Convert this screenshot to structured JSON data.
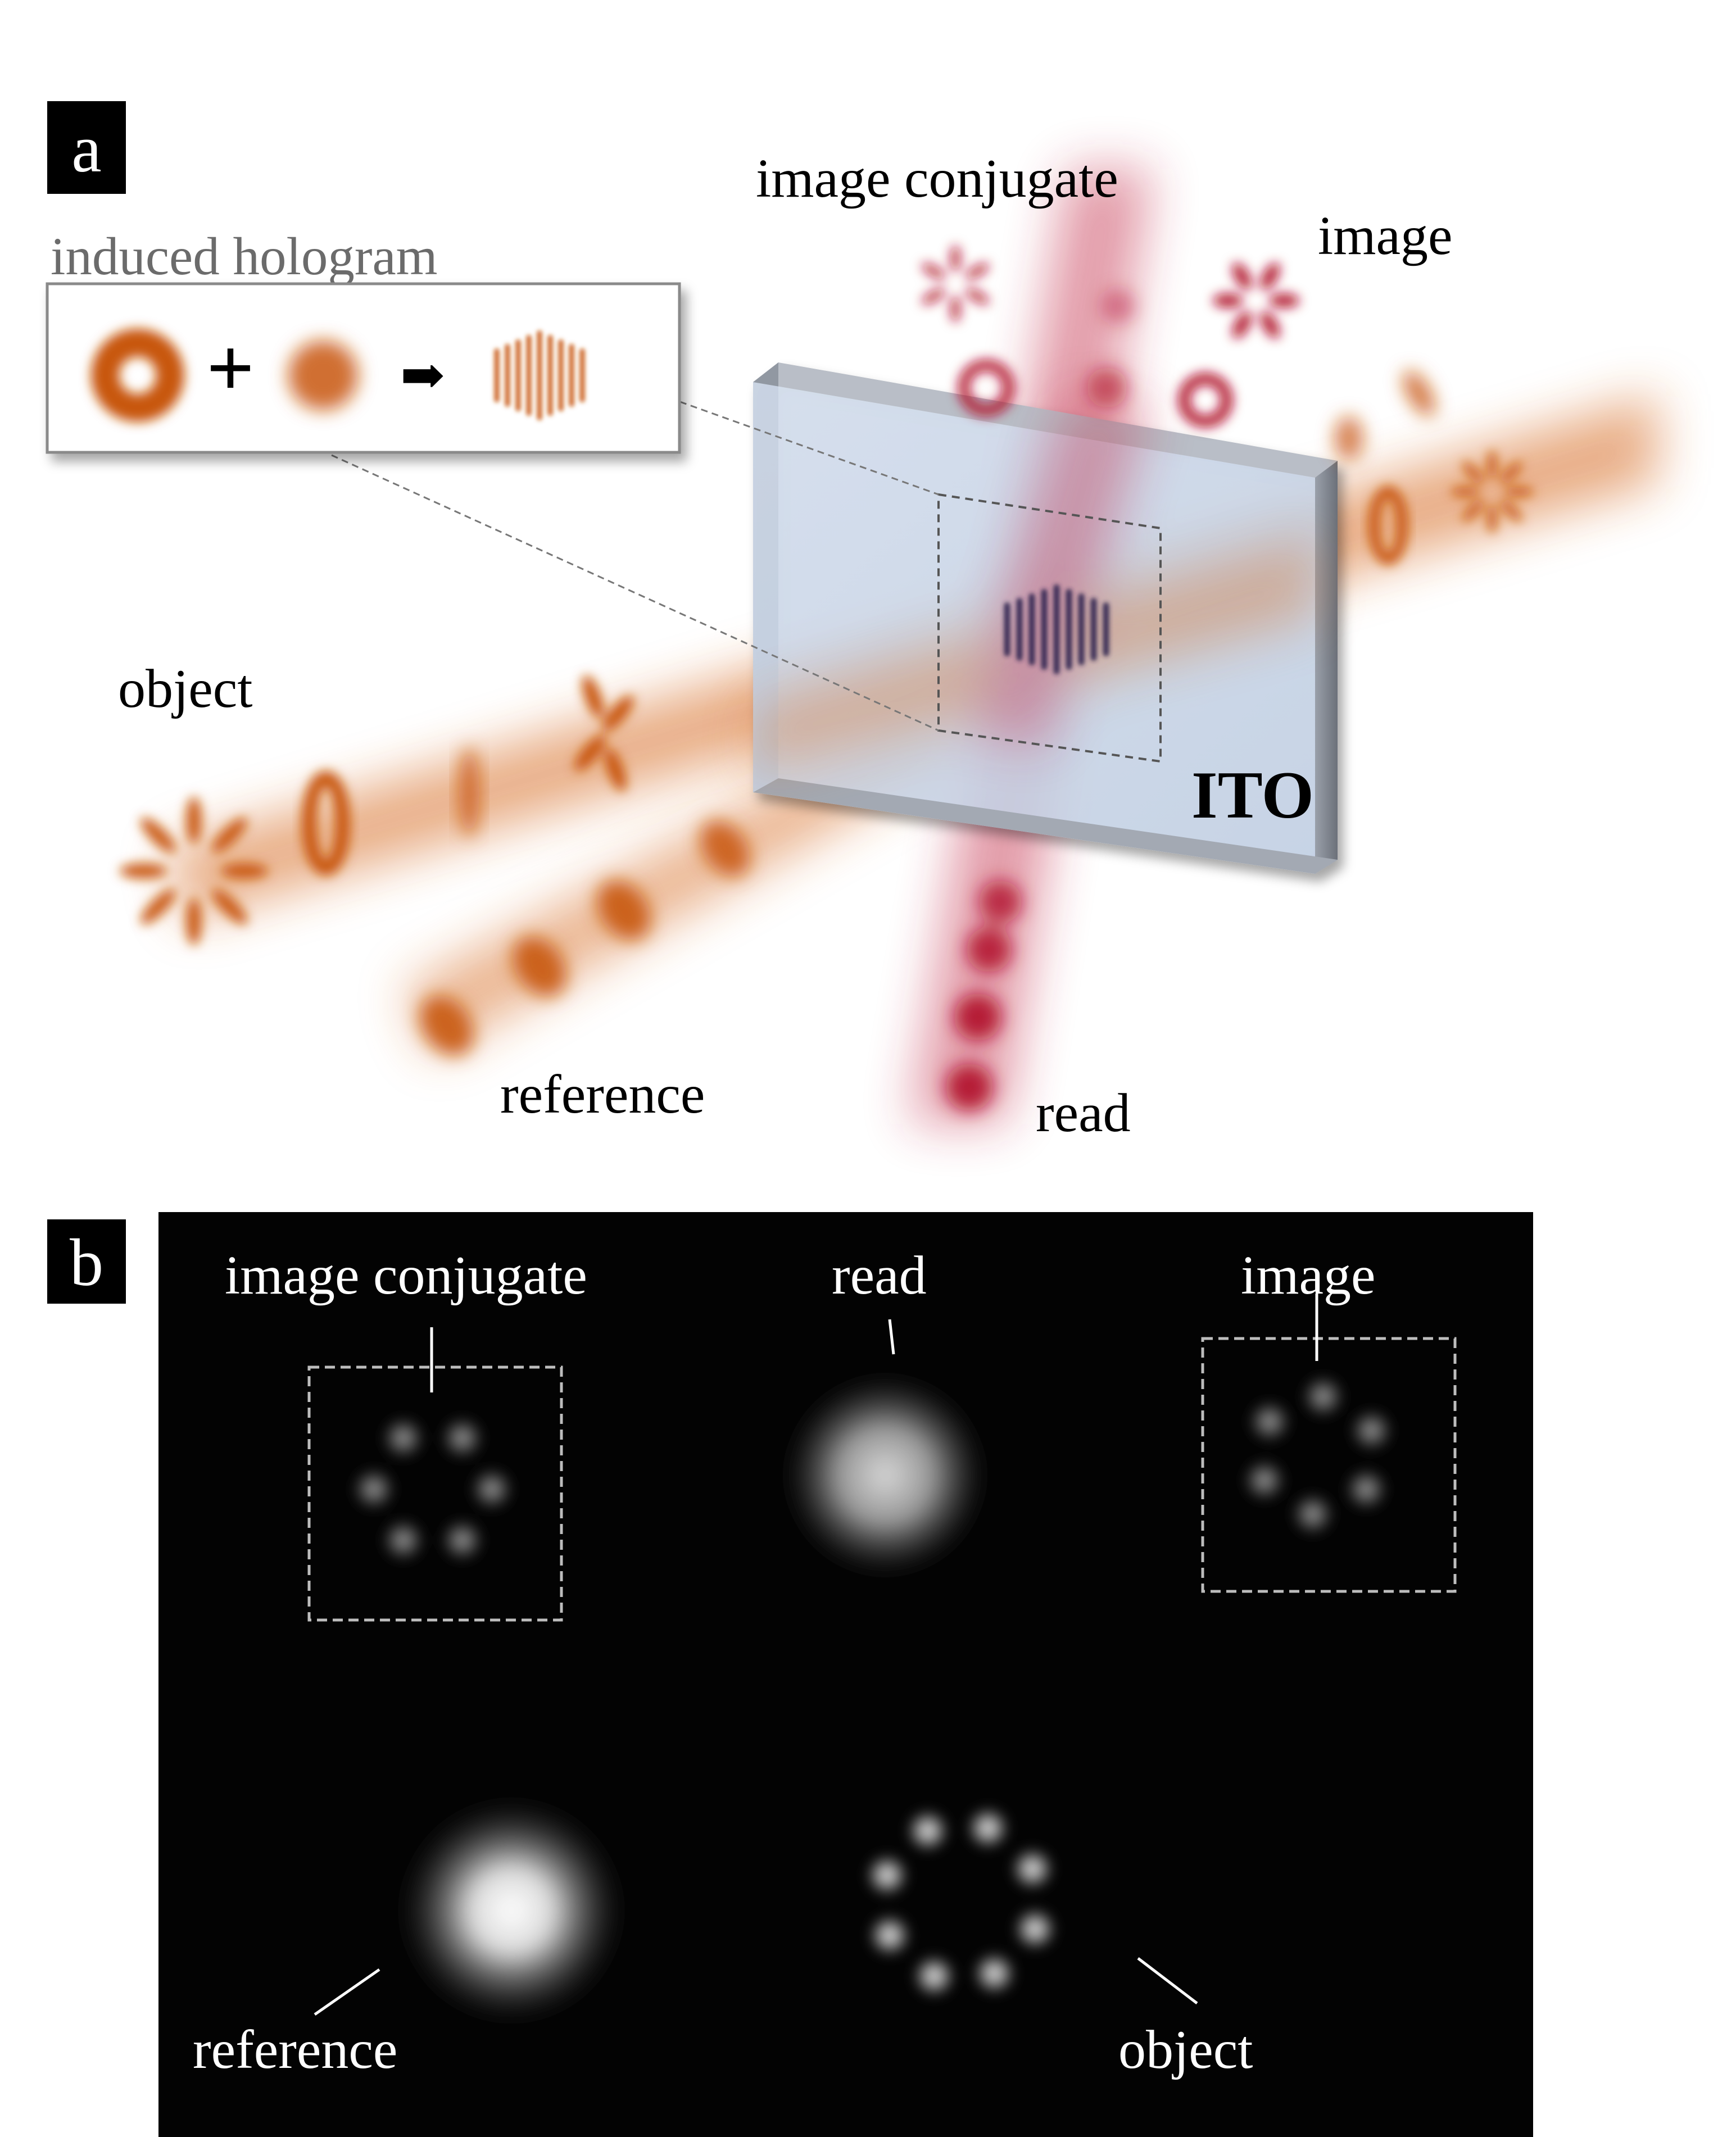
{
  "panel_a": {
    "tag": "a",
    "inset_title": "induced hologram",
    "inset_plus": "+",
    "inset_arrow": "➡",
    "labels": {
      "image_conjugate": "image conjugate",
      "image": "image",
      "object": "object",
      "reference": "reference",
      "read": "read",
      "crystal": "ITO"
    }
  },
  "panel_b": {
    "tag": "b",
    "labels": {
      "image_conjugate": "image conjugate",
      "read": "read",
      "image": "image",
      "reference": "reference",
      "object": "object"
    }
  },
  "colors": {
    "orange_beam": "#c8560f",
    "red_beam": "#b0102a",
    "crystal_face": "#c9d6ea",
    "tag_bg": "#000000",
    "tag_fg": "#ffffff",
    "inset_title": "#6b6b6b",
    "camera_bg": "#030303"
  }
}
